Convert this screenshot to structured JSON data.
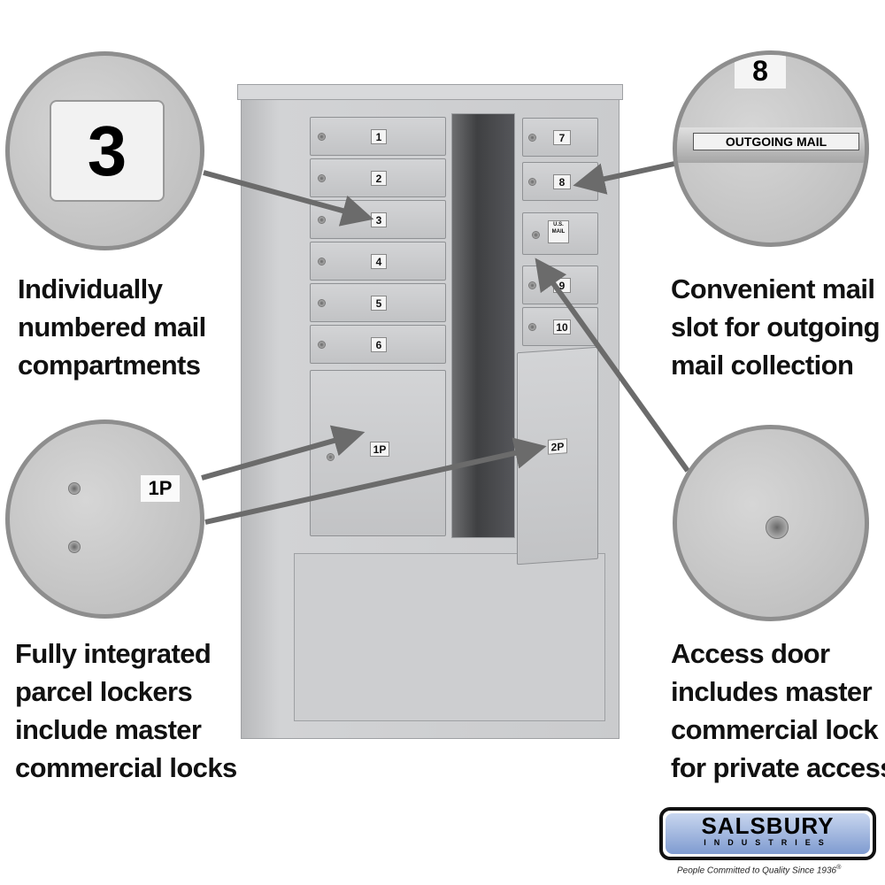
{
  "callouts": {
    "top_left": {
      "tag": "3",
      "lines": [
        "Individually",
        "numbered mail",
        "compartments"
      ]
    },
    "mid_left": {
      "tag": "1P",
      "lines": [
        "Fully integrated",
        "parcel lockers",
        "include master",
        "commercial locks"
      ]
    },
    "top_right": {
      "tag": "8",
      "label": "OUTGOING MAIL",
      "lines": [
        "Convenient mail",
        "slot for outgoing",
        "mail collection"
      ]
    },
    "mid_right": {
      "lines": [
        "Access door",
        "includes master",
        "commercial lock",
        "for private access"
      ]
    }
  },
  "cabinet": {
    "left_doors": [
      "1",
      "2",
      "3",
      "4",
      "5",
      "6"
    ],
    "left_parcel": "1P",
    "right_doors": [
      "7",
      "8",
      "9",
      "10"
    ],
    "right_parcel": "2P",
    "mail_plate": "U.S. MAIL"
  },
  "logo": {
    "name": "SALSBURY",
    "sub": "INDUSTRIES",
    "tagline": "People Committed to Quality Since 1936",
    "mark": "®"
  },
  "colors": {
    "cabinet": "#c8c9cb",
    "arrow": "#6b6b6b",
    "logo_blue": "#8fa9d6"
  }
}
